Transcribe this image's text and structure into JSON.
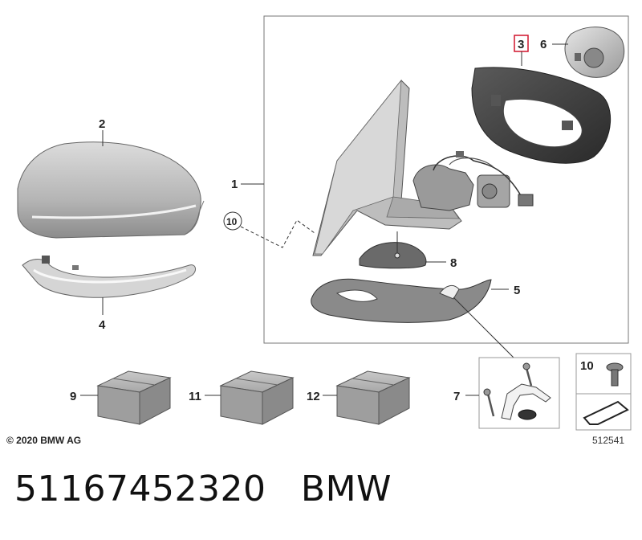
{
  "labels": {
    "l1": "1",
    "l2": "2",
    "l3": "3",
    "l4": "4",
    "l5": "5",
    "l6": "6",
    "l7": "7",
    "l8": "8",
    "l9": "9",
    "l10": "10",
    "l10b": "10",
    "l11": "11",
    "l12": "12"
  },
  "highlight_color": "#d0142c",
  "copyright": "© 2020 BMW AG",
  "diagram_ref": "512541",
  "part_number": "51167452320",
  "brand": "BMW"
}
